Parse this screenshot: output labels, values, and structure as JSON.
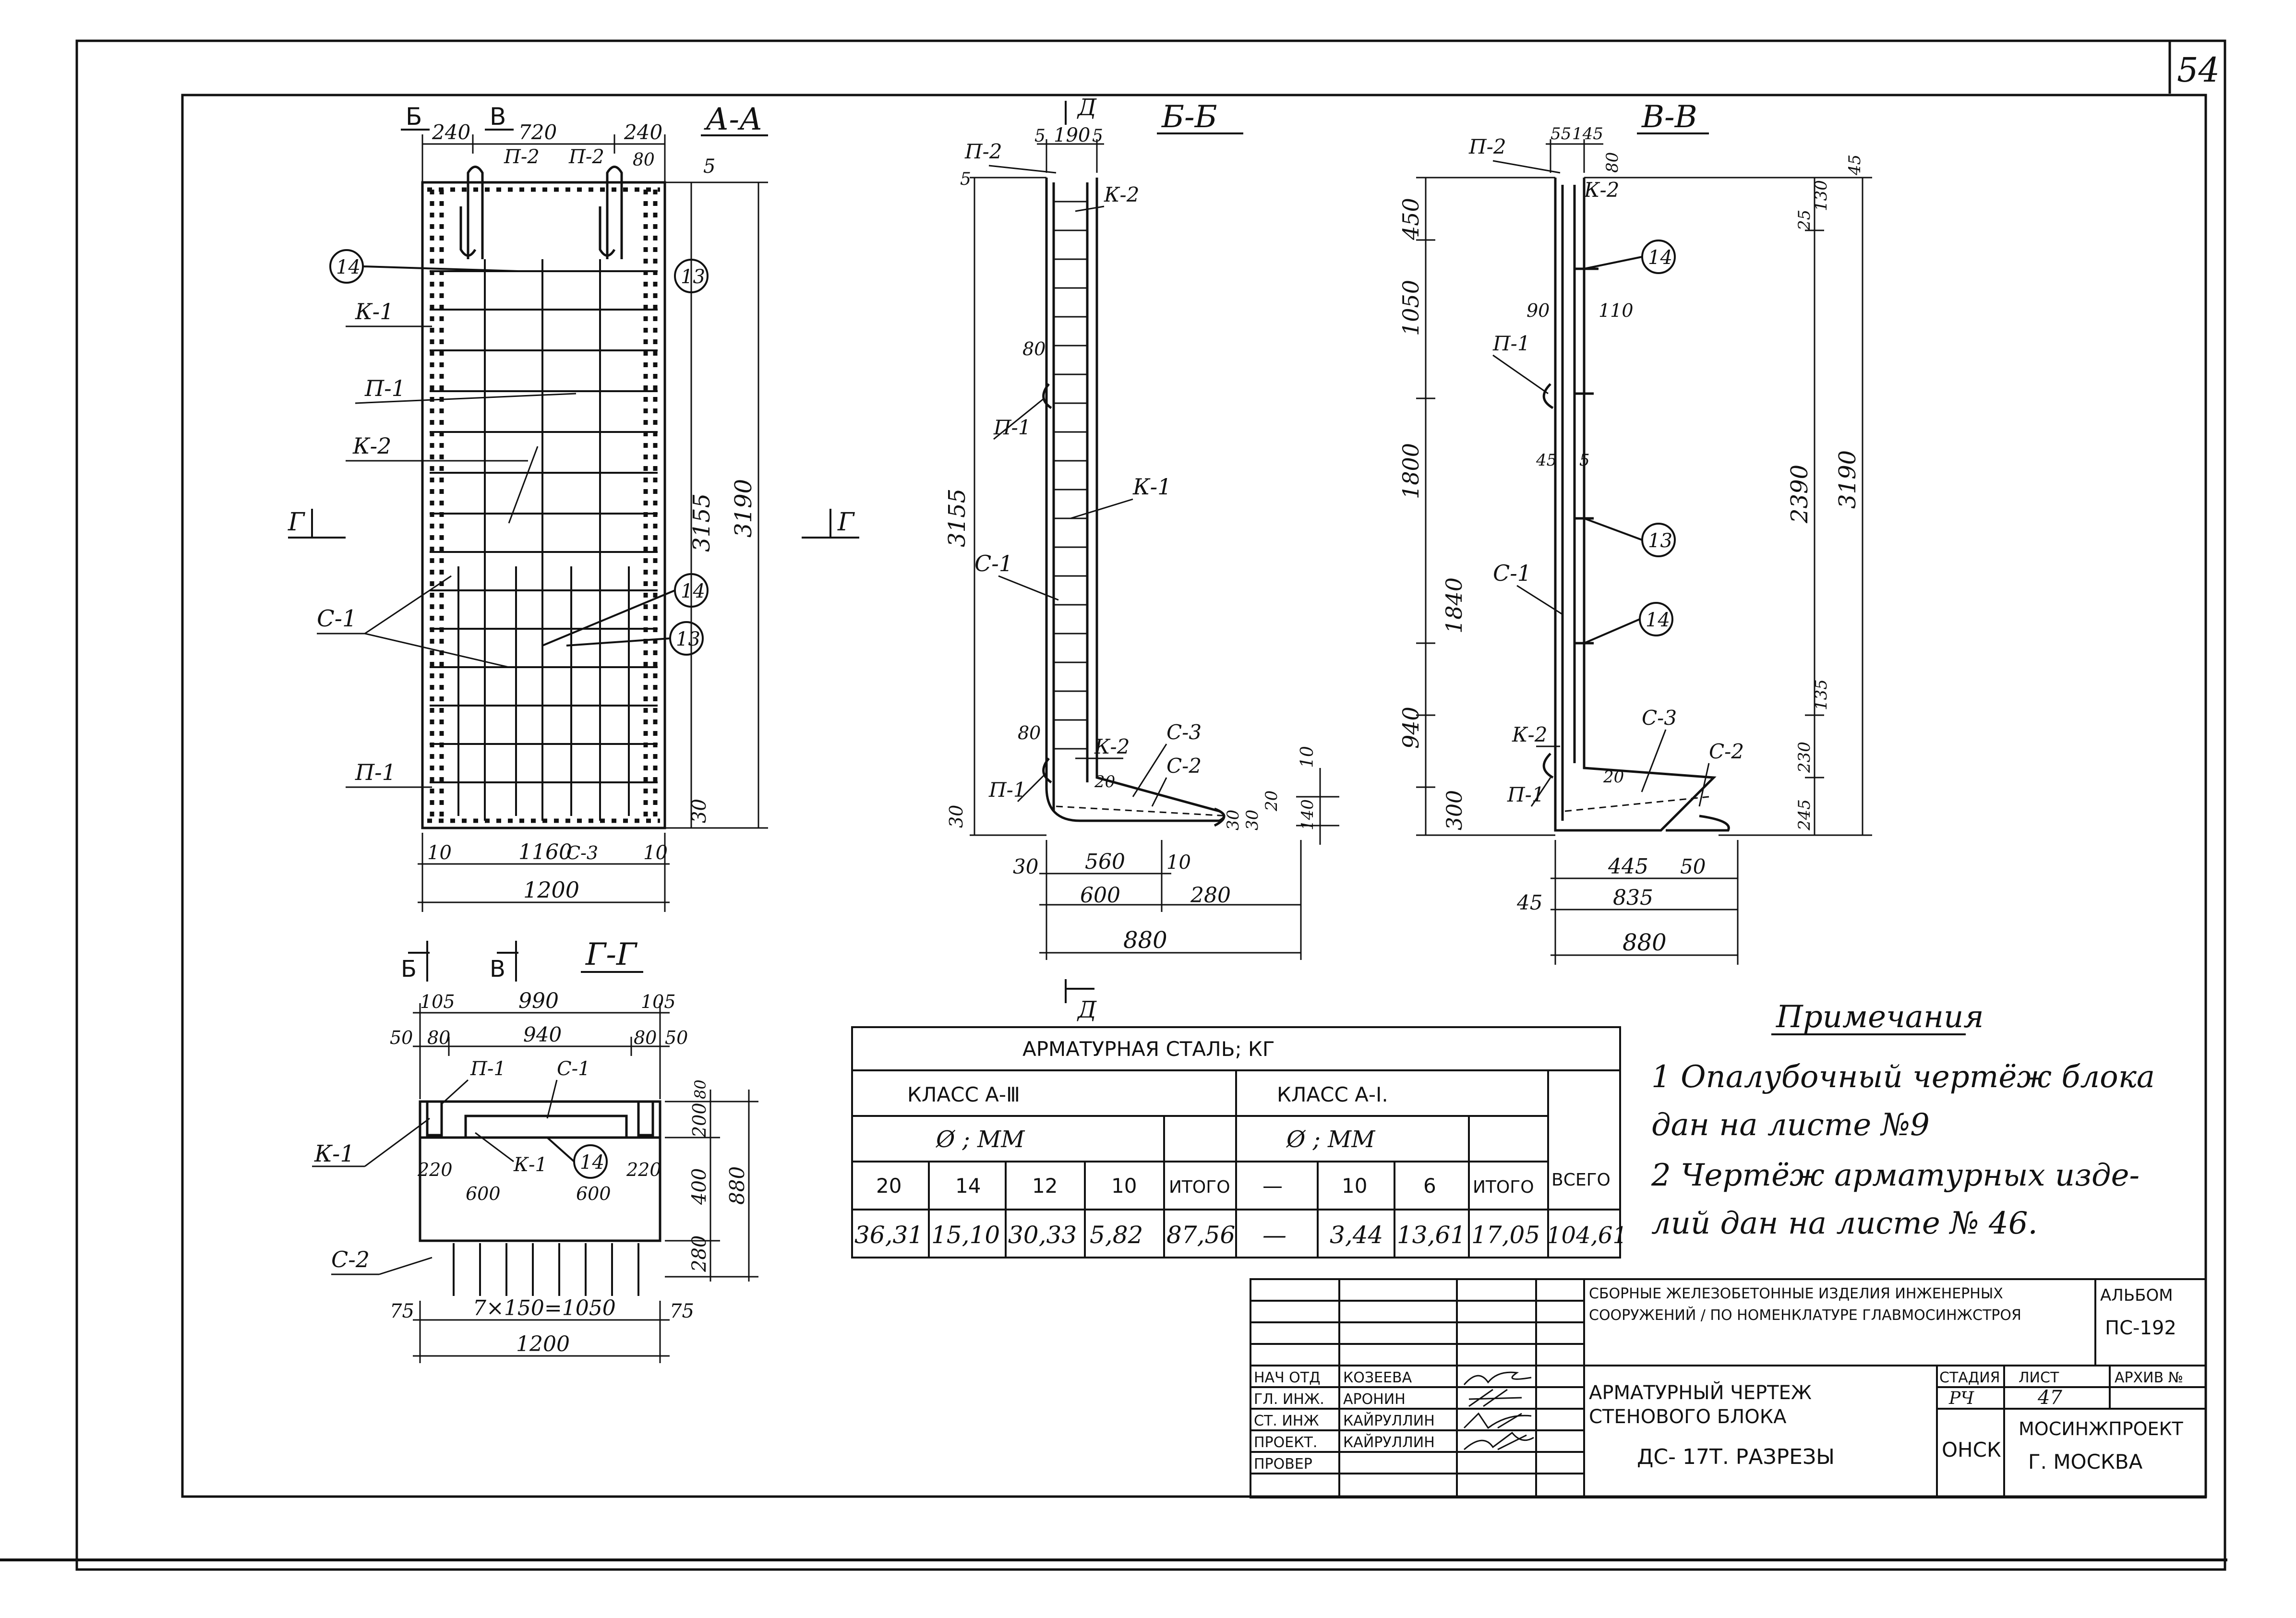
{
  "sheet_number": "54",
  "views": {
    "aa": {
      "title": "А-А",
      "cut_b": "Б",
      "cut_v": "В",
      "cut_g": "Г",
      "dims_top": [
        "240",
        "720",
        "240",
        "80",
        "5"
      ],
      "dim_3155": "3155",
      "dim_3190": "3190",
      "dim_30": "30",
      "dims_bottom": [
        "10",
        "1160",
        "10"
      ],
      "dim_1200": "1200",
      "labels": {
        "p2a": "П-2",
        "p2b": "П-2",
        "k1": "К-1",
        "p1a": "П-1",
        "k2": "К-2",
        "c1": "С-1",
        "p1b": "П-1",
        "c3": "С-3"
      },
      "callouts": [
        "14",
        "13",
        "14",
        "13"
      ]
    },
    "bb": {
      "title": "Б-Б",
      "cut_d": "Д",
      "dims_top": [
        "5",
        "190",
        "5"
      ],
      "dim_5": "5",
      "dim_3155": "3155",
      "dim_30": "30",
      "dims_bottom": [
        "30",
        "560",
        "10",
        "600",
        "280",
        "880"
      ],
      "dims_right": [
        "10",
        "30",
        "20",
        "140",
        "30"
      ],
      "dims_local": [
        "80",
        "80",
        "20"
      ],
      "labels": {
        "p2": "П-2",
        "k2a": "К-2",
        "p1a": "П-1",
        "k1": "К-1",
        "c1": "С-1",
        "k2b": "К-2",
        "c3": "С-3",
        "c2": "С-2",
        "p1b": "П-1"
      }
    },
    "vv": {
      "title": "В-В",
      "dims_top": [
        "55",
        "145",
        "80"
      ],
      "dims_left": [
        "450",
        "1050",
        "1800",
        "1840",
        "940",
        "300"
      ],
      "dims_right_small": [
        "45",
        "130",
        "25",
        "245",
        "230",
        "135"
      ],
      "dim_2390": "2390",
      "dim_3190": "3190",
      "dims_local": [
        "90",
        "110",
        "45",
        "5",
        "20"
      ],
      "dims_bottom": [
        "445",
        "50",
        "45",
        "835",
        "880"
      ],
      "labels": {
        "p2": "П-2",
        "k2a": "К-2",
        "p1a": "П-1",
        "c1": "С-1",
        "k2b": "К-2",
        "c3": "С-3",
        "c2": "С-2",
        "p1b": "П-1"
      },
      "callouts": [
        "14",
        "13",
        "14"
      ]
    },
    "gg": {
      "title": "Г-Г",
      "cut_b": "Б",
      "cut_v": "В",
      "dims_top": [
        "105",
        "990",
        "105",
        "50",
        "80",
        "940",
        "80",
        "50"
      ],
      "dims_right": [
        "80",
        "200",
        "400",
        "280",
        "880"
      ],
      "dims_mid": [
        "220",
        "600",
        "600",
        "220"
      ],
      "dims_bottom": [
        "75",
        "7×150=1050",
        "75",
        "1200"
      ],
      "labels": {
        "p1": "П-1",
        "c1": "С-1",
        "k1a": "К-1",
        "k1b": "К-1",
        "c2": "С-2"
      },
      "callouts": [
        "14"
      ]
    }
  },
  "steel_table": {
    "title": "АРМАТУРНАЯ   СТАЛЬ;  КГ",
    "class_a3": "КЛАСС   А-Ⅲ",
    "class_a1": "КЛАСС   А-Ⅰ.",
    "diam_a3": "Ø ;  ММ",
    "diam_a1": "Ø ;  ММ",
    "total": "ИТОГО",
    "grand_total": "ВСЕГО",
    "a3_diams": [
      "20",
      "14",
      "12",
      "10"
    ],
    "a1_diams": [
      "—",
      "10",
      "6"
    ],
    "a3_values": [
      "36,31",
      "15,10",
      "30,33",
      "5,82"
    ],
    "a3_total": "87,56",
    "a1_values": [
      "—",
      "3,44",
      "13,61"
    ],
    "a1_total": "17,05",
    "grand_value": "104,61"
  },
  "notes": {
    "title": "Примечания",
    "lines": [
      "1 Опалубочный чертёж блока",
      "дан на листе №9",
      "2 Чертёж арматурных изде-",
      "лий дан на листе № 46."
    ]
  },
  "title_block": {
    "series_line1": "СБОРНЫЕ ЖЕЛЕЗОБЕТОННЫЕ ИЗДЕЛИЯ ИНЖЕНЕРНЫХ",
    "series_line2": "СООРУЖЕНИЙ / ПО НОМЕНКЛАТУРЕ ГЛАВМОСИНЖСТРОЯ",
    "album_label": "АЛЬБОМ",
    "album_value": "ПС-192",
    "roles": [
      "НАЧ ОТД",
      "ГЛ. ИНЖ.",
      "СТ. ИНЖ",
      "ПРОЕКТ.",
      "ПРОВЕР"
    ],
    "names": [
      "КОЗЕЕВА",
      "АРОНИН",
      "КАЙРУЛЛИН",
      "КАЙРУЛЛИН",
      ""
    ],
    "drawing_line1": "АРМАТУРНЫЙ  ЧЕРТЕЖ",
    "drawing_line2": "СТЕНОВОГО  БЛОКА",
    "drawing_line3": "ДС- 17Т. РАЗРЕЗЫ",
    "stage_label": "СТАДИЯ",
    "sheet_label": "ЛИСТ",
    "archive_label": "АРХИВ №",
    "stage_value": "РЧ",
    "sheet_value": "47",
    "dept": "ОНСК",
    "org_line1": "МОСИНЖПРОЕКТ",
    "org_line2": "Г. МОСКВА"
  }
}
